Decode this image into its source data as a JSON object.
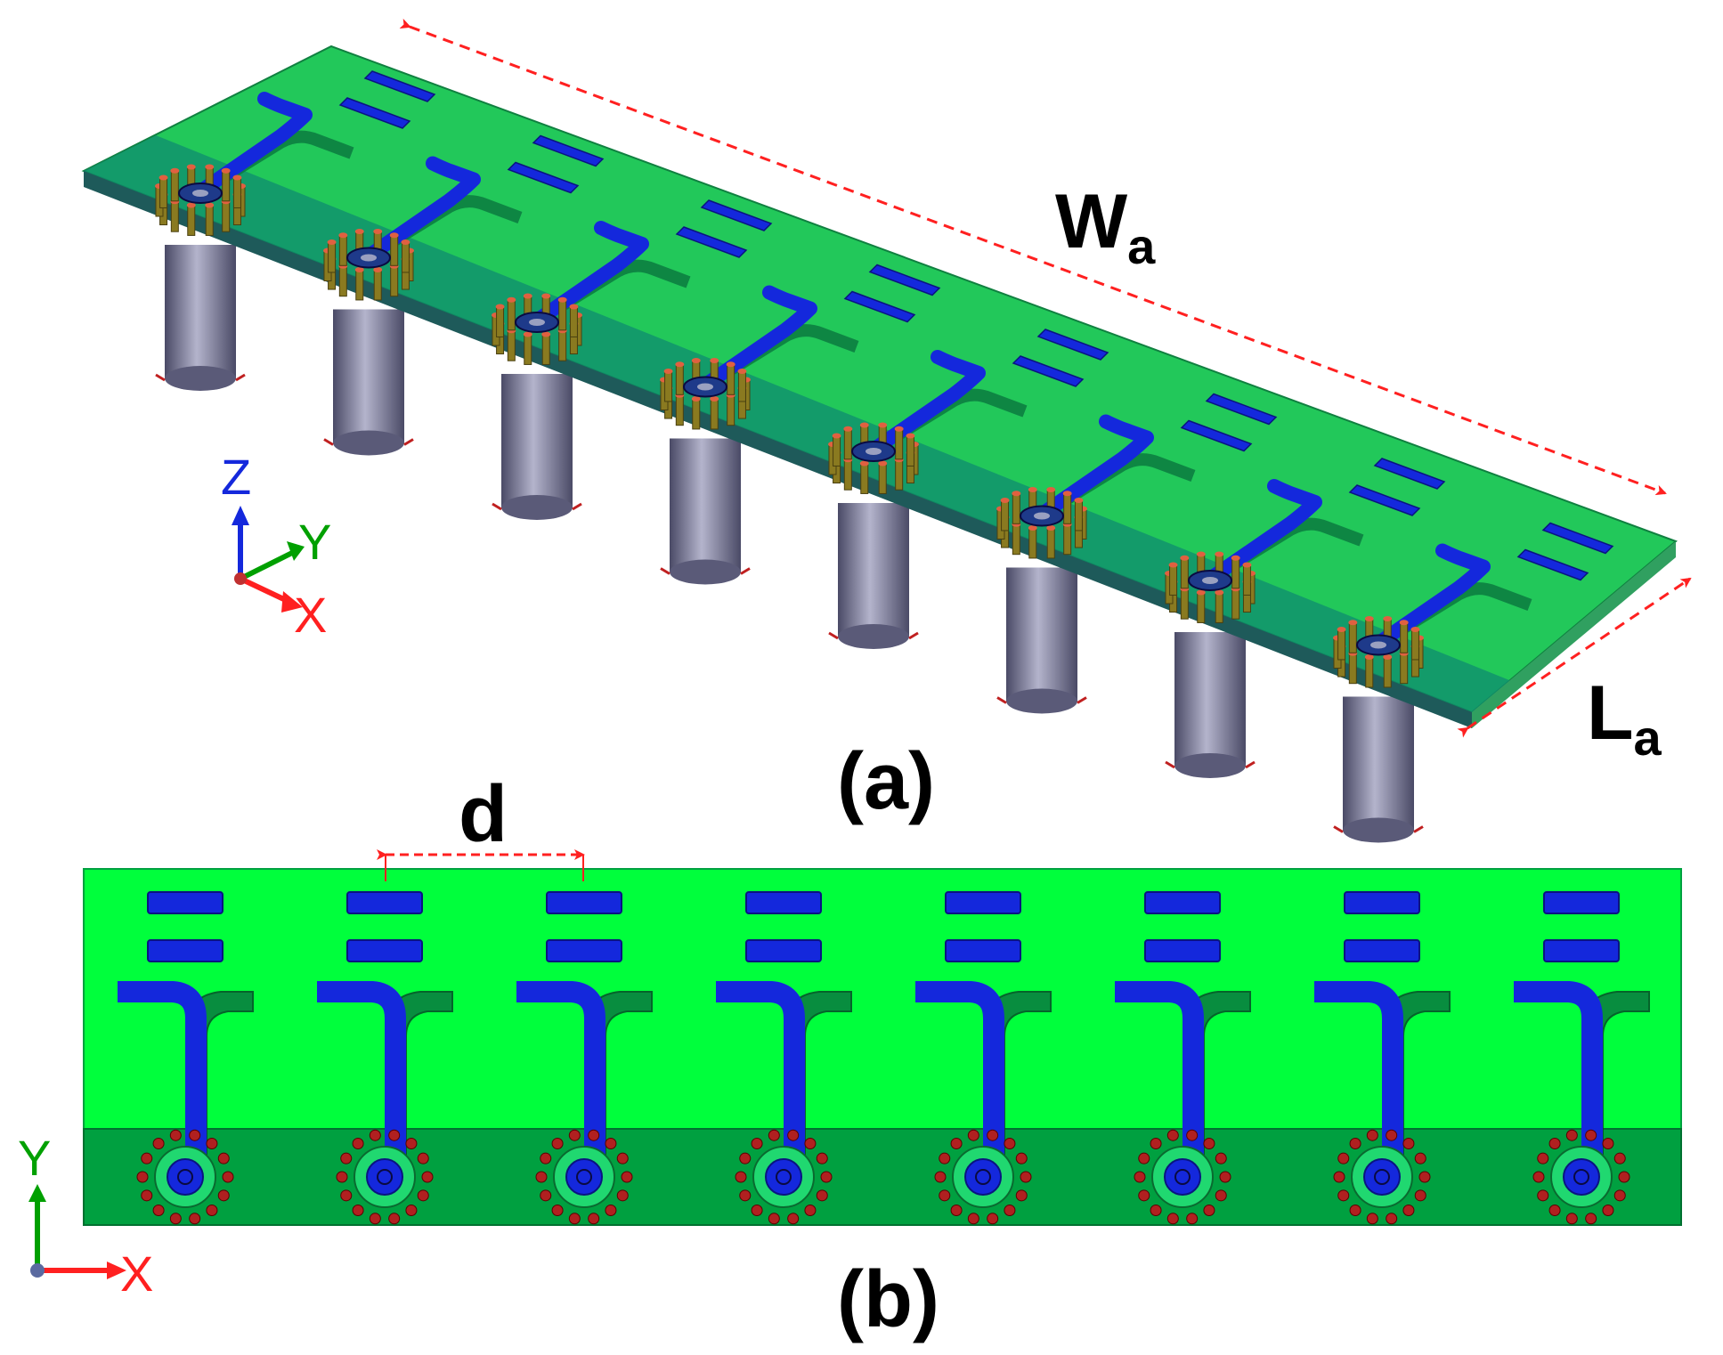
{
  "labels": {
    "panel_a": "(a)",
    "panel_b": "(b)",
    "width_main": "W",
    "width_sub": "a",
    "length_main": "L",
    "length_sub": "a",
    "spacing": "d"
  },
  "axes_3d": {
    "z": "Z",
    "y": "Y",
    "x": "X"
  },
  "axes_2d": {
    "y": "Y",
    "x": "X"
  },
  "array": {
    "element_count": 8
  },
  "colors": {
    "substrate_top": "#00c850",
    "substrate_bright": "#00ff3c",
    "ground_band": "#00a040",
    "edge_dark": "#1e5a5a",
    "trace": "#1428dc",
    "slot": "#0a7a40",
    "via": "#b02020",
    "pin_gold": "#8a7a20",
    "connector": "#6a6a88",
    "dim_arrow": "#ff2020",
    "axis_x": "#ff2020",
    "axis_y": "#00a000",
    "axis_z": "#1428dc"
  }
}
